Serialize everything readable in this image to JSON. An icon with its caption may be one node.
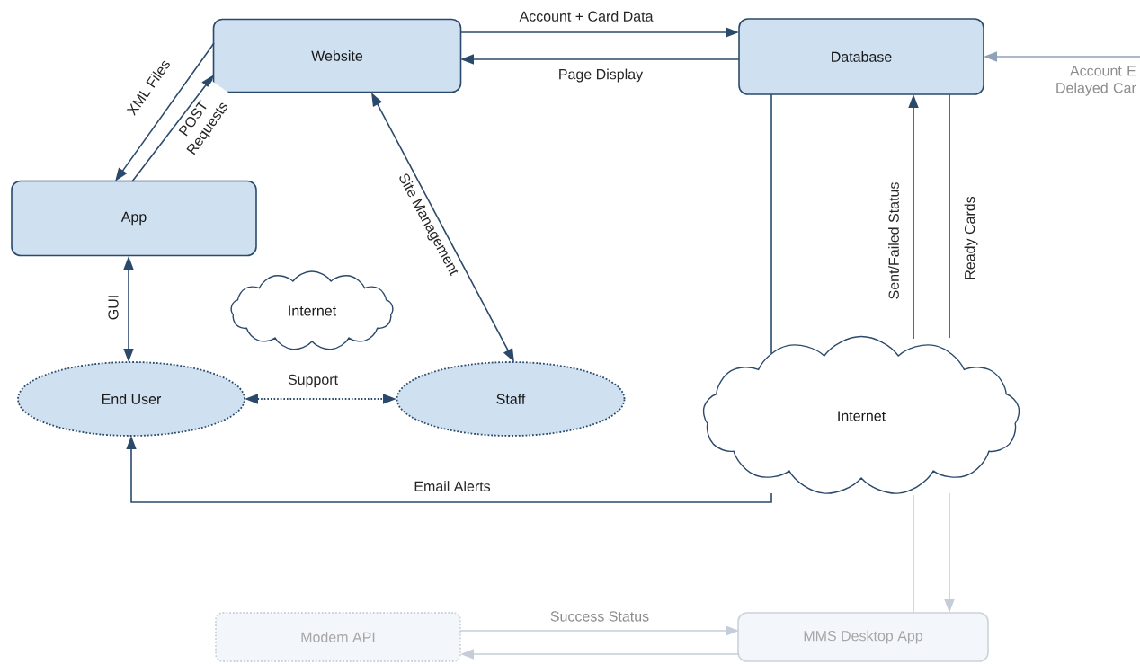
{
  "diagram": {
    "nodes": [
      {
        "text": [
          "Website"
        ]
      },
      {
        "text": [
          "Database"
        ]
      },
      {
        "text": [
          "App"
        ]
      },
      {
        "text": [
          "Internet"
        ]
      },
      {
        "text": [
          "End User"
        ]
      },
      {
        "text": [
          "Staff"
        ]
      },
      {
        "text": [
          "Internet"
        ]
      },
      {
        "text": [
          "Modem API"
        ]
      },
      {
        "text": [
          "MMS Desktop App"
        ]
      }
    ],
    "edges": [
      {
        "from": 0,
        "to": 2,
        "arrow": "to",
        "label": "XML Files"
      },
      {
        "from": 2,
        "to": 0,
        "arrow": "to",
        "label": "POST Requests"
      },
      {
        "from": 2,
        "to": 4,
        "arrow": "both",
        "label": "GUI"
      },
      {
        "from": 4,
        "to": 5,
        "arrow": "both",
        "label": "Support",
        "style": "dashed"
      },
      {
        "from": 0,
        "to": 5,
        "arrow": "both",
        "label": "Site Management"
      },
      {
        "from": 0,
        "to": 1,
        "arrow": "to",
        "label": "Account + Card Data"
      },
      {
        "from": 1,
        "to": 0,
        "arrow": "to",
        "label": "Page Display"
      },
      {
        "from": 1,
        "to": 6,
        "arrow": "none"
      },
      {
        "from": 6,
        "to": 4,
        "arrow": "to",
        "label": "Email Alerts"
      },
      {
        "from": 6,
        "to": 1,
        "arrow": "to",
        "label": "Sent/Failed Status"
      },
      {
        "from": 1,
        "to": 6,
        "arrow": "none",
        "label": "Ready Cards"
      },
      {
        "from": 6,
        "to": 8,
        "arrow": "to",
        "color": "#c5ced8"
      },
      {
        "from": 8,
        "to": 6,
        "arrow": "none",
        "color": "#c5ced8"
      },
      {
        "from": 7,
        "to": 8,
        "arrow": "to",
        "label": "Success Status",
        "color": "#c5ced8"
      },
      {
        "from": 8,
        "to": 7,
        "arrow": "to",
        "color": "#c5ced8"
      },
      {
        "from": null,
        "to": 1,
        "arrow": "to",
        "label": "Account E Delayed Car",
        "color": "#8ea3b8"
      }
    ]
  }
}
